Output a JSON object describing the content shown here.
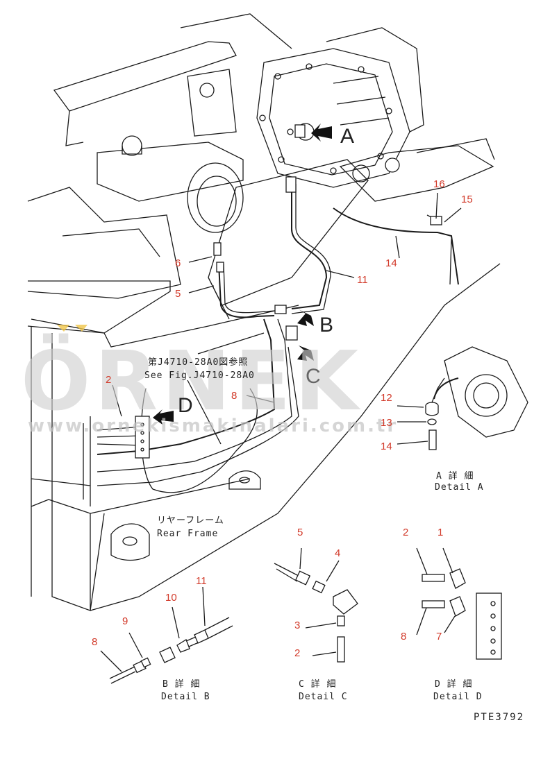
{
  "watermark": {
    "brand": "ÖRNEK",
    "url": "www.ornekismakinalari.com.tr"
  },
  "view_letters": [
    "A",
    "B",
    "C",
    "D"
  ],
  "reference_note": {
    "jp": "第J4710-28A0図参照",
    "en": "See Fig.J4710-28A0"
  },
  "rear_frame": {
    "jp": "リヤーフレーム",
    "en": "Rear Frame"
  },
  "main_callouts": [
    "2",
    "5",
    "6",
    "8",
    "11",
    "14",
    "15",
    "16"
  ],
  "detail_a": {
    "jp": "A 詳 細",
    "en": "Detail A",
    "parts": [
      "12",
      "13",
      "14"
    ]
  },
  "detail_b": {
    "jp": "B 詳 細",
    "en": "Detail B",
    "parts": [
      "8",
      "9",
      "10",
      "11"
    ]
  },
  "detail_c": {
    "jp": "C 詳 細",
    "en": "Detail C",
    "parts": [
      "5",
      "4",
      "3",
      "2"
    ]
  },
  "detail_d": {
    "jp": "D 詳 細",
    "en": "Detail D",
    "parts": [
      "2",
      "1",
      "8",
      "7"
    ]
  },
  "drawing_code": "PTE3792"
}
